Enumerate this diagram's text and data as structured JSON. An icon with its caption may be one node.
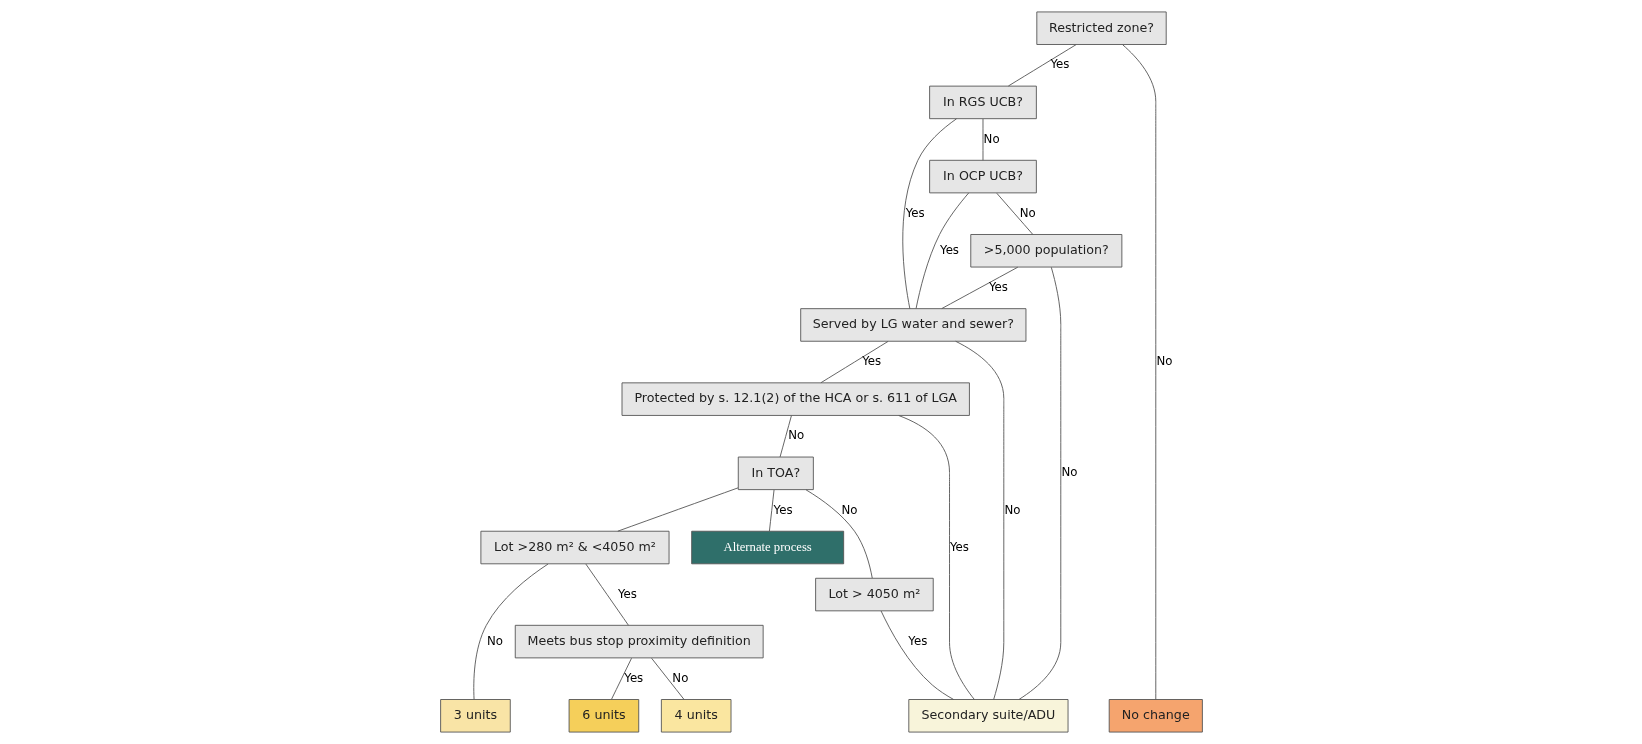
{
  "diagram": {
    "nodes": [
      {
        "text": [
          "Restricted zone?"
        ]
      },
      {
        "text": [
          "In RGS UCB?"
        ]
      },
      {
        "text": [
          "In OCP UCB?"
        ]
      },
      {
        "text": [
          ">5,000 population?"
        ]
      },
      {
        "text": [
          "Served by LG water and sewer?"
        ]
      },
      {
        "text": [
          "Protected by s. 12.1(2) of the HCA or s. 611 of LGA"
        ]
      },
      {
        "text": [
          "In TOA?"
        ]
      },
      {
        "text": [
          "Alternate process"
        ]
      },
      {
        "text": [
          "Lot > 4050 m²"
        ]
      },
      {
        "text": [
          "Lot >280 m² & <4050 m²"
        ]
      },
      {
        "text": [
          "Meets bus stop proximity definition"
        ]
      },
      {
        "text": [
          "No change"
        ]
      },
      {
        "text": [
          "Secondary suite/ADU"
        ]
      },
      {
        "text": [
          "3 units"
        ]
      },
      {
        "text": [
          "4 units"
        ]
      },
      {
        "text": [
          "6 units"
        ]
      }
    ],
    "edges": [
      {
        "from": 0,
        "to": 1,
        "arrow": "none",
        "label": "Yes"
      },
      {
        "from": 0,
        "to": 11,
        "arrow": "none",
        "label": "No"
      },
      {
        "from": 1,
        "to": 4,
        "arrow": "none",
        "label": "Yes"
      },
      {
        "from": 1,
        "to": 2,
        "arrow": "none",
        "label": "No"
      },
      {
        "from": 2,
        "to": 4,
        "arrow": "none",
        "label": "Yes"
      },
      {
        "from": 2,
        "to": 3,
        "arrow": "none",
        "label": "No"
      },
      {
        "from": 3,
        "to": 4,
        "arrow": "none",
        "label": "Yes"
      },
      {
        "from": 3,
        "to": 12,
        "arrow": "none",
        "label": "No"
      },
      {
        "from": 4,
        "to": 5,
        "arrow": "none",
        "label": "Yes"
      },
      {
        "from": 4,
        "to": 12,
        "arrow": "none",
        "label": "No"
      },
      {
        "from": 5,
        "to": 6,
        "arrow": "none",
        "label": "No"
      },
      {
        "from": 5,
        "to": 12,
        "arrow": "none",
        "label": "Yes"
      },
      {
        "from": 6,
        "to": 7,
        "arrow": "none",
        "label": "Yes"
      },
      {
        "from": 6,
        "to": 8,
        "arrow": "none",
        "label": "No"
      },
      {
        "from": 6,
        "to": 9,
        "arrow": "none"
      },
      {
        "from": 8,
        "to": 12,
        "arrow": "none",
        "label": "Yes"
      },
      {
        "from": 9,
        "to": 13,
        "arrow": "none",
        "label": "No"
      },
      {
        "from": 9,
        "to": 10,
        "arrow": "none",
        "label": "Yes"
      },
      {
        "from": 10,
        "to": 14,
        "arrow": "none",
        "label": "No"
      },
      {
        "from": 10,
        "to": 15,
        "arrow": "none",
        "label": "Yes"
      }
    ]
  }
}
